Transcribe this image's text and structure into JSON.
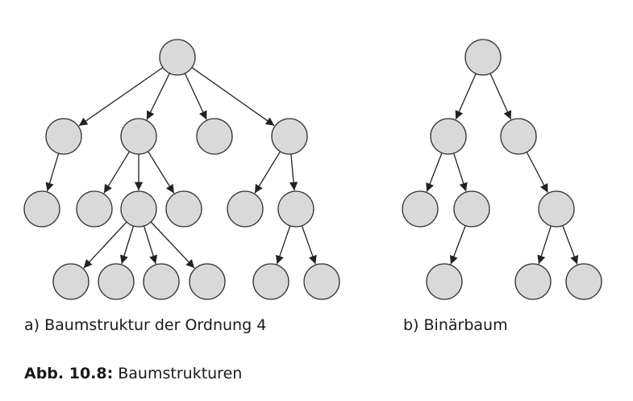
{
  "colors": {
    "node_fill": "#d9d9d9",
    "node_stroke": "#333333",
    "edge": "#222222"
  },
  "subcaptions": {
    "a": "a) Baumstruktur der Ordnung 4",
    "b": "b) Binärbaum"
  },
  "caption": {
    "label": "Abb. 10.8:",
    "text": " Baumstrukturen"
  },
  "trees": {
    "a": {
      "nodes": [
        "a0",
        "a1",
        "a2",
        "a3",
        "a4",
        "a5",
        "a6",
        "a7",
        "a8",
        "a9",
        "a10",
        "a11",
        "a12",
        "a13",
        "a14",
        "a15",
        "a16",
        "a17"
      ],
      "edges": [
        [
          "a0",
          "a1"
        ],
        [
          "a0",
          "a2"
        ],
        [
          "a0",
          "a3"
        ],
        [
          "a0",
          "a4"
        ],
        [
          "a1",
          "a5"
        ],
        [
          "a2",
          "a6"
        ],
        [
          "a2",
          "a7"
        ],
        [
          "a2",
          "a8"
        ],
        [
          "a4",
          "a9"
        ],
        [
          "a4",
          "a10"
        ],
        [
          "a7",
          "a11"
        ],
        [
          "a7",
          "a12"
        ],
        [
          "a7",
          "a13"
        ],
        [
          "a7",
          "a14"
        ],
        [
          "a10",
          "a15"
        ],
        [
          "a10",
          "a16"
        ]
      ]
    },
    "b": {
      "nodes": [
        "b0",
        "b1",
        "b2",
        "b3",
        "b4",
        "b5",
        "b6",
        "b7",
        "b8"
      ],
      "edges": [
        [
          "b0",
          "b1"
        ],
        [
          "b0",
          "b2"
        ],
        [
          "b1",
          "b3"
        ],
        [
          "b1",
          "b4"
        ],
        [
          "b2",
          "b5"
        ],
        [
          "b4",
          "b6"
        ],
        [
          "b5",
          "b7"
        ],
        [
          "b5",
          "b8"
        ]
      ]
    }
  }
}
